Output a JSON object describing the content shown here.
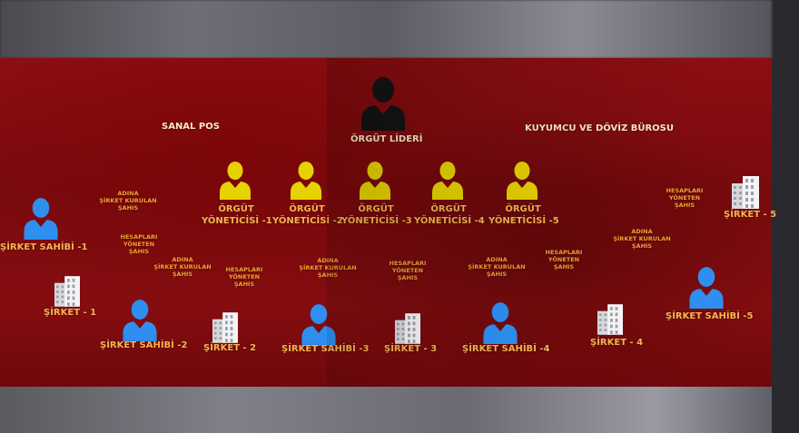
{
  "colors": {
    "background_red": "#8c0e12",
    "leader_silhouette": "#1a1a1a",
    "yonetici_yellow": "#e6d200",
    "owner_blue": "#2e8ff0",
    "label_orange": "#f2a334"
  },
  "header": {
    "sanal_pos": "SANAL POS",
    "orgut_lideri": "ÖRGÜT LİDERİ",
    "kuyumcu": "KUYUMCU VE DÖVİZ BÜROSU"
  },
  "yoneticiler": [
    {
      "line1": "ÖRGÜT",
      "line2": "YÖNETİCİSİ -1"
    },
    {
      "line1": "ÖRGÜT",
      "line2": "YÖNETİCİSİ -2"
    },
    {
      "line1": "ÖRGÜT",
      "line2": "YÖNETİCİSİ -3"
    },
    {
      "line1": "ÖRGÜT",
      "line2": "YÖNETİCİSİ -4"
    },
    {
      "line1": "ÖRGÜT",
      "line2": "YÖNETİCİSİ -5"
    }
  ],
  "owners": [
    "ŞİRKET SAHİBİ -1",
    "ŞİRKET SAHİBİ -2",
    "ŞİRKET SAHİBİ -3",
    "ŞİRKET SAHİBİ -4",
    "ŞİRKET SAHİBİ -5"
  ],
  "sirketler": [
    "ŞİRKET - 1",
    "ŞİRKET - 2",
    "ŞİRKET - 3",
    "ŞİRKET - 4",
    "ŞİRKET - 5"
  ],
  "notes": [
    {
      "l1": "ADINA",
      "l2": "ŞİRKET KURULAN",
      "l3": "ŞAHIS"
    },
    {
      "l1": "HESAPLARI",
      "l2": "YÖNETEN",
      "l3": "ŞAHIS"
    },
    {
      "l1": "ADINA",
      "l2": "ŞİRKET KURULAN",
      "l3": "ŞAHIS"
    },
    {
      "l1": "HESAPLARI",
      "l2": "YÖNETEN",
      "l3": "ŞAHIS"
    },
    {
      "l1": "ADINA",
      "l2": "ŞİRKET KURULAN",
      "l3": "ŞAHIS"
    },
    {
      "l1": "HESAPLARI",
      "l2": "YÖNETEN",
      "l3": "ŞAHIS"
    },
    {
      "l1": "ADINA",
      "l2": "ŞİRKET KURULAN",
      "l3": "ŞAHIS"
    },
    {
      "l1": "HESAPLARI",
      "l2": "YÖNETEN",
      "l3": "ŞAHIS"
    },
    {
      "l1": "ADINA",
      "l2": "ŞİRKET KURULAN",
      "l3": "ŞAHIS"
    },
    {
      "l1": "HESAPLARI",
      "l2": "YÖNETEN",
      "l3": "ŞAHIS"
    }
  ]
}
